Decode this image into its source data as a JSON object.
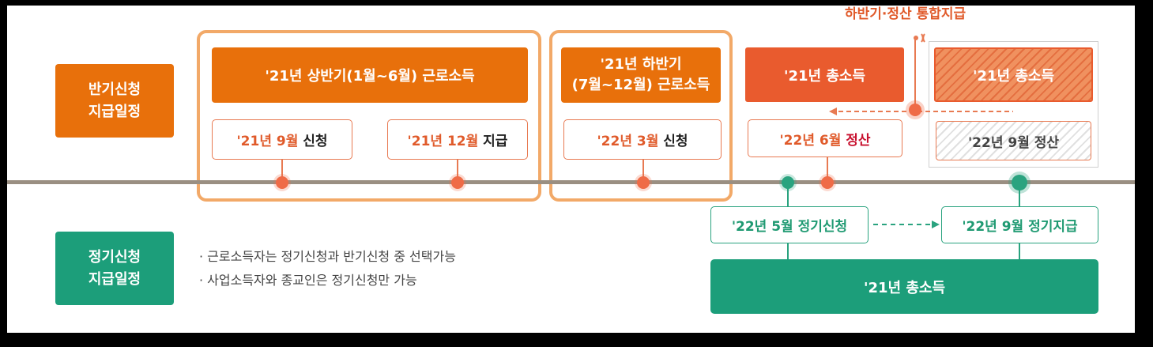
{
  "top_label": "하반기·정산 통합지급",
  "semiannual": {
    "label_line1": "반기신청",
    "label_line2": "지급일정",
    "first_half": {
      "title": "'21년 상반기(1월~6월) 근로소득",
      "apply_date": "'21년 9월",
      "apply_word": "신청",
      "pay_date": "'21년 12월",
      "pay_word": "지급"
    },
    "second_half": {
      "title_line1": "'21년 하반기",
      "title_line2": "(7월~12월) 근로소득",
      "apply_date": "'22년 3월",
      "apply_word": "신청"
    },
    "total_income": {
      "title": "'21년 총소득",
      "settle_date": "'22년 6월",
      "settle_word": "정산"
    },
    "total_income_hatched": {
      "title": "'21년 총소득",
      "settle_text": "'22년 9월 정산"
    }
  },
  "regular": {
    "label_line1": "정기신청",
    "label_line2": "지급일정",
    "notes": [
      "· 근로소득자는 정기신청과 반기신청 중 선택가능",
      "· 사업소득자와 종교인은 정기신청만 가능"
    ],
    "apply": "'22년 5월 정기신청",
    "pay": "'22년 9월 정기지급",
    "total_income": "'21년 총소득"
  },
  "colors": {
    "orange": "#e8700b",
    "orange_red": "#e95b2e",
    "green": "#1c9e7a",
    "timeline": "#9a8f82"
  }
}
